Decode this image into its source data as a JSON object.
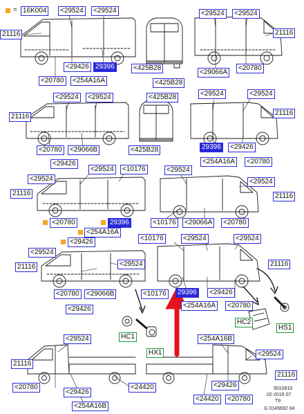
{
  "legend": {
    "eq": "=",
    "code": "16K004",
    "marker_color": "#f5a623"
  },
  "colors": {
    "label_border": "#2a2ad8",
    "label_highlight": "#2a2ad8",
    "hx_border": "#1a9a3a",
    "arrow_red": "#e3141b"
  },
  "labels": [
    {
      "id": "l1",
      "text": "<29524"
    },
    {
      "id": "l2",
      "text": "<29524"
    },
    {
      "id": "l3",
      "text": "21116"
    },
    {
      "id": "l4",
      "text": "<29426"
    },
    {
      "id": "l5",
      "text": "29396"
    },
    {
      "id": "l6",
      "text": "<20780"
    },
    {
      "id": "l7",
      "text": "<254A16A"
    },
    {
      "id": "l8",
      "text": "<425B28"
    },
    {
      "id": "l9",
      "text": "<425B28"
    },
    {
      "id": "l10",
      "text": "<29524"
    },
    {
      "id": "l11",
      "text": "<29524"
    },
    {
      "id": "l12",
      "text": "21116"
    },
    {
      "id": "l13",
      "text": "<29066A"
    },
    {
      "id": "l14",
      "text": "<20780"
    },
    {
      "id": "l15",
      "text": "<29524"
    },
    {
      "id": "l16",
      "text": "<29524"
    },
    {
      "id": "l17",
      "text": "21116"
    },
    {
      "id": "l18",
      "text": "<20780"
    },
    {
      "id": "l19",
      "text": "<29066B"
    },
    {
      "id": "l20",
      "text": "<29426"
    },
    {
      "id": "l21",
      "text": "<425B28"
    },
    {
      "id": "l22",
      "text": "<425B28"
    },
    {
      "id": "l23",
      "text": "<29524"
    },
    {
      "id": "l24",
      "text": "<29524"
    },
    {
      "id": "l25",
      "text": "21116"
    },
    {
      "id": "l26",
      "text": "29396"
    },
    {
      "id": "l27",
      "text": "<29426"
    },
    {
      "id": "l28",
      "text": "<254A16A"
    },
    {
      "id": "l29",
      "text": "<20780"
    },
    {
      "id": "l30",
      "text": "<29524"
    },
    {
      "id": "l31",
      "text": "<10176"
    },
    {
      "id": "l32",
      "text": "<29524"
    },
    {
      "id": "l33",
      "text": "21116"
    },
    {
      "id": "l34",
      "text": "<20780"
    },
    {
      "id": "l35",
      "text": "29396"
    },
    {
      "id": "l36",
      "text": "<254A16A"
    },
    {
      "id": "l37",
      "text": "<29426"
    },
    {
      "id": "l38",
      "text": "<29524"
    },
    {
      "id": "l39",
      "text": "<29524"
    },
    {
      "id": "l40",
      "text": "21116"
    },
    {
      "id": "l41",
      "text": "<10176"
    },
    {
      "id": "l42",
      "text": "<29066A"
    },
    {
      "id": "l43",
      "text": "<20780"
    },
    {
      "id": "l44",
      "text": "<29524"
    },
    {
      "id": "l45",
      "text": "21116"
    },
    {
      "id": "l46",
      "text": "<29524"
    },
    {
      "id": "l47",
      "text": "<20780"
    },
    {
      "id": "l48",
      "text": "<29066B"
    },
    {
      "id": "l49",
      "text": "<29426"
    },
    {
      "id": "l50",
      "text": "<10176"
    },
    {
      "id": "l51",
      "text": "<29524"
    },
    {
      "id": "l52",
      "text": "<29524"
    },
    {
      "id": "l53",
      "text": "21116"
    },
    {
      "id": "l54",
      "text": "<10176"
    },
    {
      "id": "l55",
      "text": "29396"
    },
    {
      "id": "l56",
      "text": "<29426"
    },
    {
      "id": "l57",
      "text": "<254A16A"
    },
    {
      "id": "l58",
      "text": "<20780"
    },
    {
      "id": "l59",
      "text": "HC1"
    },
    {
      "id": "l60",
      "text": "HX1"
    },
    {
      "id": "l61",
      "text": "HC2"
    },
    {
      "id": "l62",
      "text": "HS1"
    },
    {
      "id": "l63",
      "text": "<29524"
    },
    {
      "id": "l64",
      "text": "21116"
    },
    {
      "id": "l65",
      "text": "<20780"
    },
    {
      "id": "l66",
      "text": "<29426"
    },
    {
      "id": "l67",
      "text": "<24420"
    },
    {
      "id": "l68",
      "text": "<254A16B"
    },
    {
      "id": "l69",
      "text": "<254A16B"
    },
    {
      "id": "l70",
      "text": "<29524"
    },
    {
      "id": "l71",
      "text": "21116"
    },
    {
      "id": "l72",
      "text": "<29426"
    },
    {
      "id": "l73",
      "text": "<24420"
    },
    {
      "id": "l74",
      "text": "<20780"
    }
  ],
  "footer": {
    "line1": "5010810",
    "line2": "02-2016 07",
    "line3": "T9",
    "line4": "G 0145692 04"
  }
}
